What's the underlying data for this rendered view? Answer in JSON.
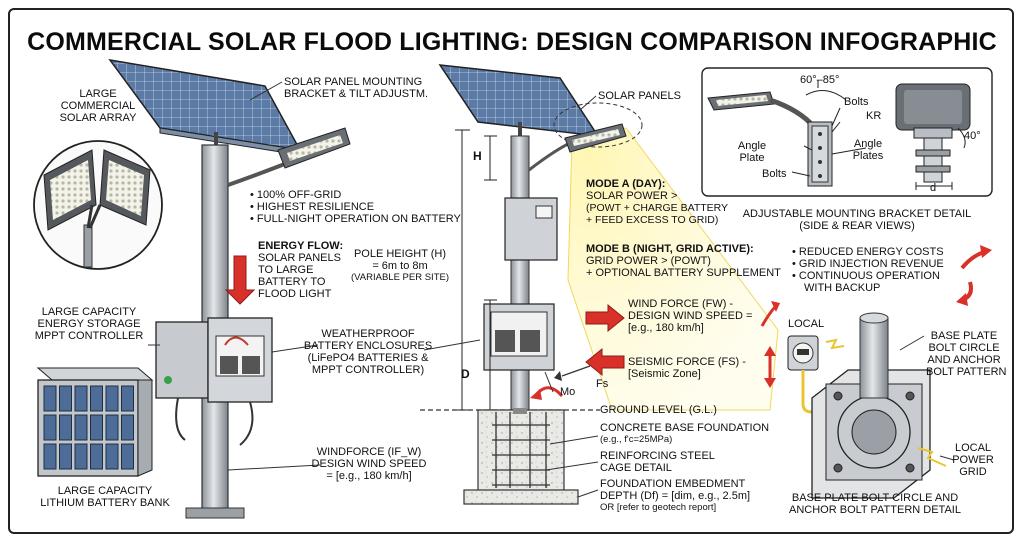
{
  "title": "COMMERCIAL SOLAR FLOOD LIGHTING: DESIGN COMPARISON INFOGRAPHIC",
  "left": {
    "large_array": [
      "LARGE",
      "COMMERCIAL",
      "SOLAR ARRAY"
    ],
    "bracket_label": [
      "SOLAR PANEL MOUNTING",
      "BRACKET & TILT ADJUSTM."
    ],
    "features": [
      "100% OFF-GRID",
      "HIGHEST RESILIENCE",
      "FULL-NIGHT OPERATION on BATTERY"
    ],
    "energy_flow_title": "ENERGY FLOW:",
    "energy_flow_text": [
      "SOLAR PANELS",
      "to LARGE",
      "BATTERY to",
      "FLOOD LIGHT"
    ],
    "storage": [
      "LARGE CAPACITY",
      "ENERGY STORAGE",
      "MPPT CONTROLLER"
    ],
    "battery_bank": [
      "LARGE CAPACITY",
      "LITHIUM BATTERY BANK"
    ],
    "pole_height": [
      "POLE HEIGHT (H)",
      "= 6m to 8m",
      "(VARIABLE PER SITE)"
    ],
    "enclosures": [
      "WEATHERPROOF",
      "BATTERY ENCLOSURES",
      "(LiFePO4 BATTERIES &",
      "MPPT CONTROLLER)"
    ],
    "windforce": [
      "WINDFORCE (IF_W)",
      "DESIGN WIND SPEED",
      "= [e.g., 180 km/h]"
    ]
  },
  "center": {
    "solar_panels": "SOLAR PANELS",
    "dim_h": "H",
    "dim_d": "D",
    "mode_a_title": "MODE A (DAY):",
    "mode_a_text": [
      "SOLAR POWER >",
      "(POWT + CHARGE BATTERY",
      "+ FEED EXCESS to GRID)"
    ],
    "mode_b_title": "MODE B (NIGHT, GRID ACTIVE):",
    "mode_b_text": [
      "GRID POWER > (POWT)",
      "+ OPTIONAL BATTERY SUPPLEMENT"
    ],
    "wind_force": [
      "WIND FORCE (Fw) -",
      "DESIGN WIND SPEED =",
      "[e.g., 180 km/h]"
    ],
    "seismic_force": [
      "SEISMIC FORCE (Fs) -",
      "[Seismic Zone]"
    ],
    "fs_label": "Fs",
    "mo_label": "Mo",
    "ground_level": "GROUND LEVEL (G.L.)",
    "concrete": [
      "CONCRETE BASE FOUNDATION",
      "(e.g., f'c=25MPa)"
    ],
    "steel_cage": [
      "REINFORCING STEEL",
      "CAGE DETAIL"
    ],
    "embedment": [
      "FOUNDATION EMBEDMENT",
      "DEPTH (Df) = [dim, e.g., 2.5m]",
      "OR [refer to geotech report]"
    ]
  },
  "right": {
    "angle_range": "60°–85°",
    "bolts_top": "Bolts",
    "kr": "KR",
    "angle_plate": [
      "Angle",
      "Plate"
    ],
    "angle_plates": [
      "Angle",
      "Plates"
    ],
    "bolts_bottom": "Bolts",
    "angle_40": "40°",
    "dim_d": "d",
    "bracket_detail": [
      "ADJUSTABLE MOUNTING BRACKET DETAIL",
      "(SIDE & REAR VIEWS)"
    ],
    "benefits": [
      "REDUCED ENERGY COSTS",
      "GRID INJECTION REVENUE",
      "CONTINUOUS OPERATION",
      "with BACKUP"
    ],
    "local": "LOCAL",
    "base_plate_label": [
      "BASE PLATE",
      "BOLT CIRCLE",
      "AND ANCHOR",
      "BOLT PATTERN"
    ],
    "local_grid": [
      "LOCAL",
      "POWER",
      "GRID"
    ],
    "base_plate_detail": [
      "BASE PLATE BOLT CIRCLE AND",
      "ANCHOR BOLT PATTERN DETAIL"
    ]
  },
  "colors": {
    "arrow_red": "#d9302a",
    "glow_yellow": "#fff3a6",
    "panel_blue": "#4d6d98",
    "metal": "#b9bec4",
    "ground_wire": "#e8c531"
  }
}
